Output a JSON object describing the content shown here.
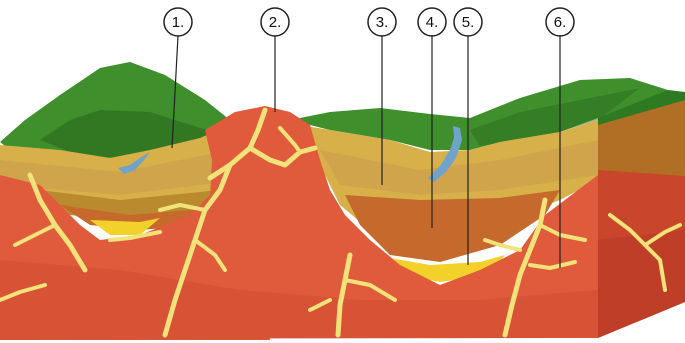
{
  "diagram": {
    "callouts": [
      {
        "label": "1."
      },
      {
        "label": "2."
      },
      {
        "label": "3."
      },
      {
        "label": "4."
      },
      {
        "label": "5."
      },
      {
        "label": "6."
      }
    ],
    "colors": {
      "background": "#ffffff",
      "vegetation": "#3f8f2c",
      "vegetation_dark": "#2d6e1f",
      "sediment_light": "#d8b04a",
      "sediment_dark": "#b98a2e",
      "sediment_orange": "#c56a2c",
      "bedrock": "#e05a3c",
      "bedrock_dark": "#c9452c",
      "veins": "#f2e27a",
      "sand": "#f2d12b",
      "water": "#6fa3c9",
      "leader_line": "#222222"
    }
  }
}
